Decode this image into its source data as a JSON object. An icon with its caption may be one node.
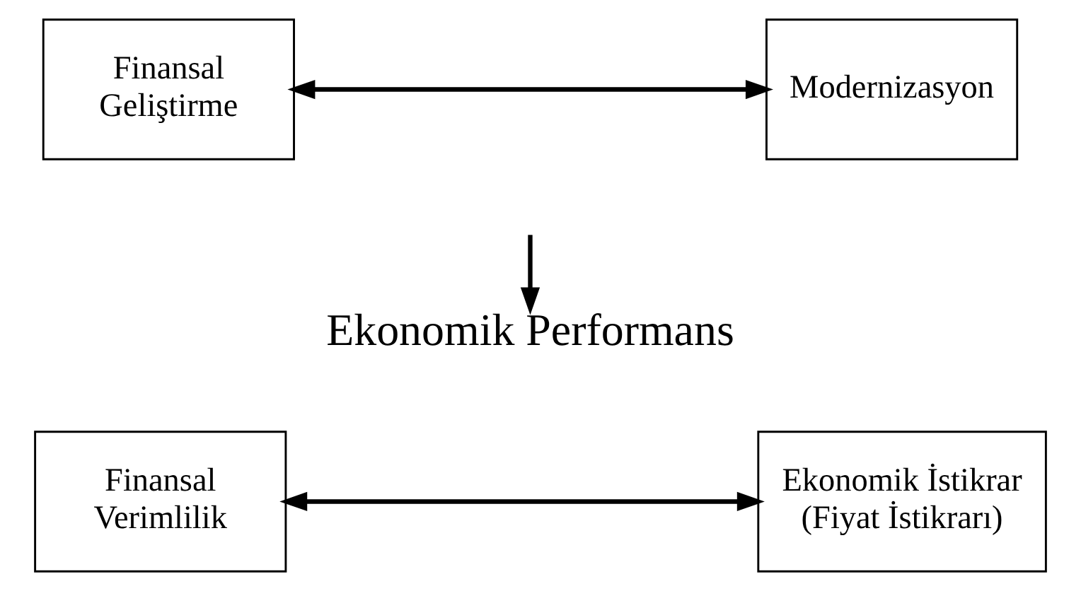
{
  "diagram": {
    "nodes": [
      {
        "text": [
          "Finansal Geliştirme"
        ]
      },
      {
        "text": [
          "Modernizasyon"
        ]
      },
      {
        "text": [
          "Ekonomik Performans"
        ]
      },
      {
        "text": [
          "Finansal Verimlilik"
        ]
      },
      {
        "text": [
          "Ekonomik İstikrar (Fiyat İstikrarı)"
        ]
      }
    ],
    "edges": [
      {
        "from": 0,
        "to": 1,
        "arrow": "both"
      },
      {
        "from": null,
        "to": 2,
        "arrow": "to"
      },
      {
        "from": 3,
        "to": 4,
        "arrow": "both"
      }
    ]
  }
}
